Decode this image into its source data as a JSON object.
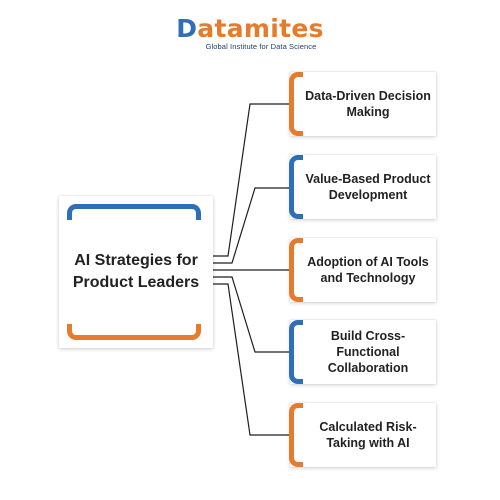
{
  "logo": {
    "first_letter": "D",
    "rest": "atamites",
    "tagline": "Global Institute for Data Science"
  },
  "center": {
    "label": "AI Strategies for Product Leaders"
  },
  "strategies": [
    {
      "label": "Data-Driven Decision Making",
      "accent": "#e57b2c"
    },
    {
      "label": "Value-Based Product Development",
      "accent": "#2e6fb7"
    },
    {
      "label": "Adoption of AI Tools and Technology",
      "accent": "#e57b2c"
    },
    {
      "label": "Build Cross-Functional Collaboration",
      "accent": "#2e6fb7"
    },
    {
      "label": "Calculated Risk-Taking with AI",
      "accent": "#e57b2c"
    }
  ],
  "colors": {
    "blue": "#2e6fb7",
    "orange": "#e57b2c",
    "connector": "#1f1f1f"
  }
}
